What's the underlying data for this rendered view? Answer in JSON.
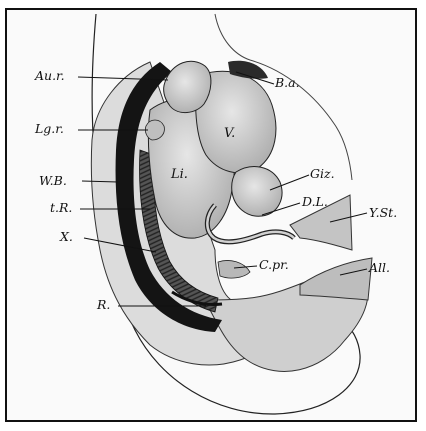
{
  "labels": {
    "aur": "Au.r.",
    "ba": "B.a.",
    "lgr": "Lg.r.",
    "v": "V.",
    "li": "Li.",
    "wb": "W.B.",
    "giz": "Giz.",
    "tr": "t.R.",
    "dl": "D.L.",
    "yst": "Y.St.",
    "x": "X.",
    "cpr": "C.pr.",
    "all": "All.",
    "r": "R."
  },
  "colors": {
    "paper": "#ffffff",
    "ink": "#111111",
    "tissue": "#d9d9d9",
    "organ": "#c8c8c8",
    "dark": "#1a1a1a",
    "wall": "#7a7a7a"
  }
}
